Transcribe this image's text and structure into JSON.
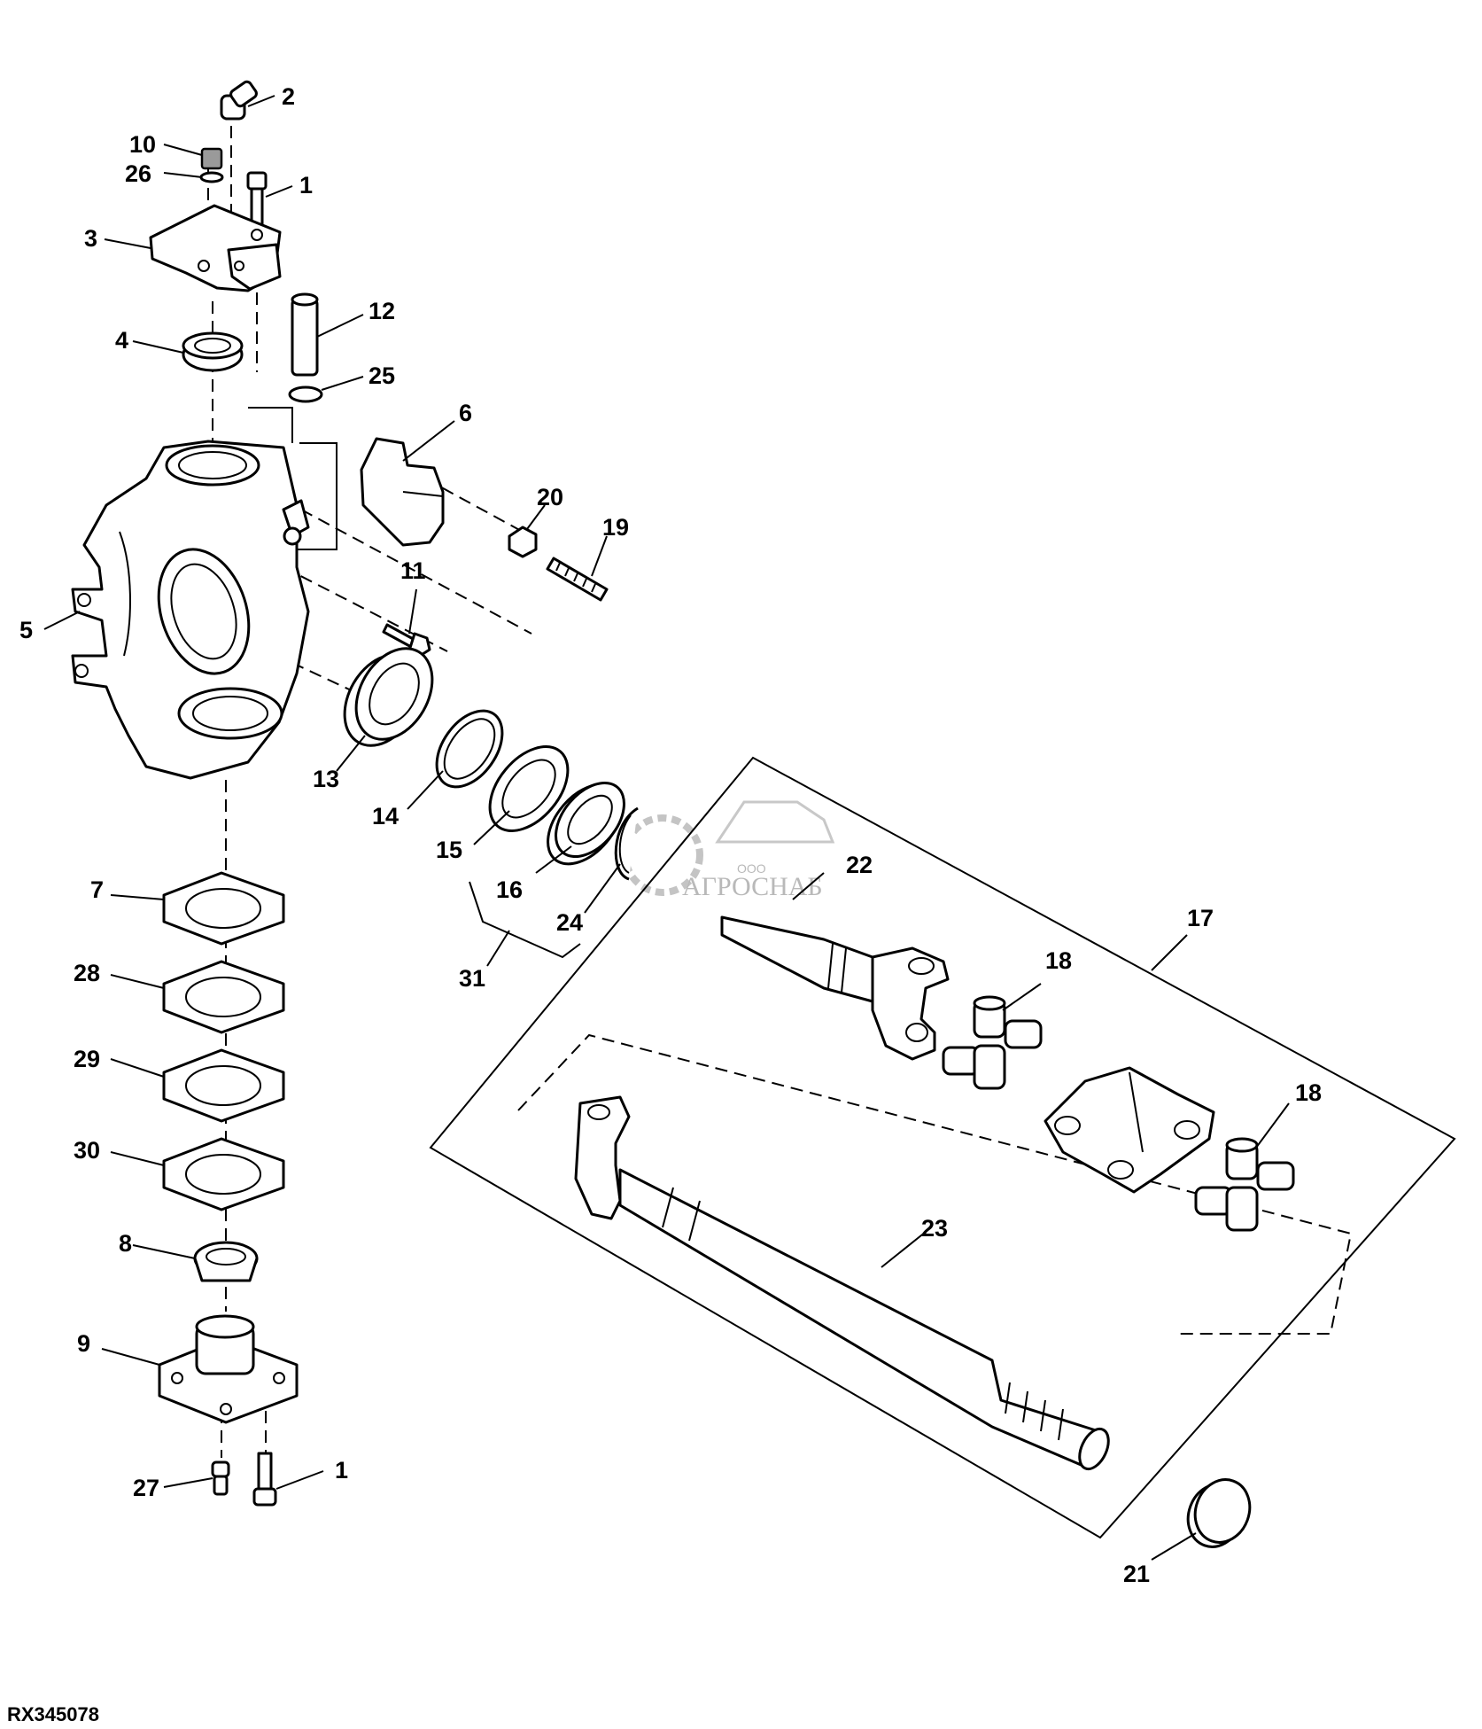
{
  "figure_code": "RX345078",
  "watermark": {
    "small": "ООО",
    "brand": "АГРОСНАБ"
  },
  "callouts": {
    "c2": "2",
    "c10": "10",
    "c26": "26",
    "c1_top": "1",
    "c3": "3",
    "c12": "12",
    "c4": "4",
    "c25": "25",
    "c6": "6",
    "c20": "20",
    "c19": "19",
    "c11": "11",
    "c5": "5",
    "c13": "13",
    "c14": "14",
    "c15": "15",
    "c16": "16",
    "c24": "24",
    "c22": "22",
    "c31": "31",
    "c17": "17",
    "c18_a": "18",
    "c18_b": "18",
    "c7": "7",
    "c28": "28",
    "c29": "29",
    "c30": "30",
    "c8": "8",
    "c9": "9",
    "c23": "23",
    "c27": "27",
    "c1_bottom": "1",
    "c21": "21"
  }
}
